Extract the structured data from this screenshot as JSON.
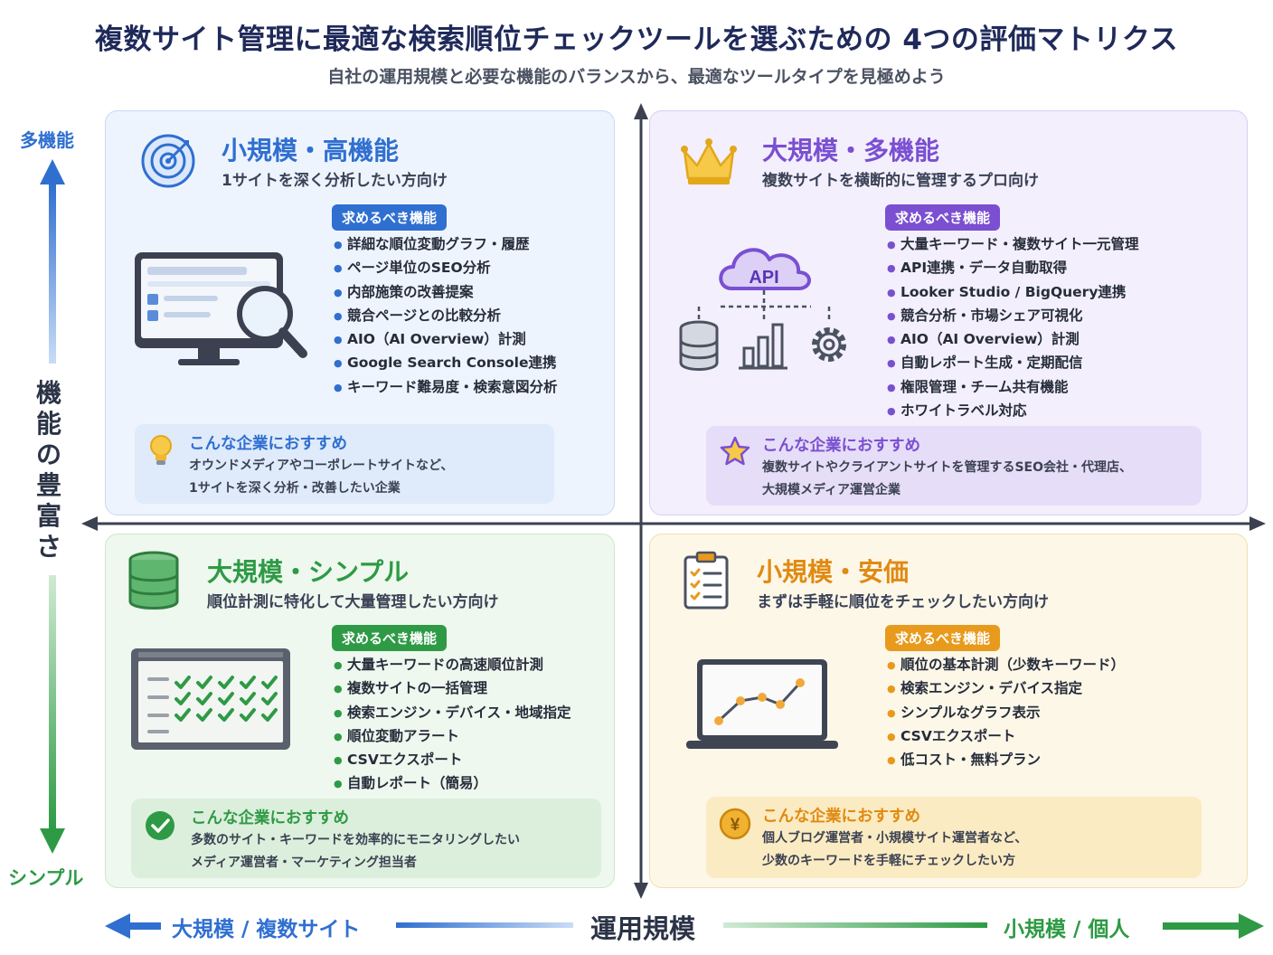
{
  "title": "複数サイト管理に最適な検索順位チェックツールを選ぶための 4つの評価マトリクス",
  "subtitle": "自社の運用規模と必要な機能のバランスから、最適なツールタイプを見極めよう",
  "axes": {
    "vertical_label": "機能の豊富さ",
    "vertical_top": "多機能",
    "vertical_bottom": "シンプル",
    "horizontal_label": "運用規模",
    "horizontal_left": "大規模 / 複数サイト",
    "horizontal_right": "小規模 / 個人"
  },
  "quadrants": {
    "top_left": {
      "title": "小規模・高機能",
      "subtitle": "1サイトを深く分析したい方向け",
      "features_label": "求めるべき機能",
      "features": [
        "詳細な順位変動グラフ・履歴",
        "ページ単位のSEO分析",
        "内部施策の改善提案",
        "競合ページとの比較分析",
        "AIO（AI Overview）計測",
        "Google Search Console連携",
        "キーワード難易度・検索意図分析"
      ],
      "rec_title": "こんな企業におすすめ",
      "rec_line1": "オウンドメディアやコーポレートサイトなど、",
      "rec_line2": "1サイトを深く分析・改善したい企業",
      "color": "#2f6fd0"
    },
    "top_right": {
      "title": "大規模・多機能",
      "subtitle": "複数サイトを横断的に管理するプロ向け",
      "features_label": "求めるべき機能",
      "features": [
        "大量キーワード・複数サイト一元管理",
        "API連携・データ自動取得",
        "Looker Studio / BigQuery連携",
        "競合分析・市場シェア可視化",
        "AIO（AI Overview）計測",
        "自動レポート生成・定期配信",
        "権限管理・チーム共有機能",
        "ホワイトラベル対応"
      ],
      "rec_title": "こんな企業におすすめ",
      "rec_line1": "複数サイトやクライアントサイトを管理するSEO会社・代理店、",
      "rec_line2": "大規模メディア運営企業",
      "api_label": "API",
      "color": "#7a4fd1"
    },
    "bottom_left": {
      "title": "大規模・シンプル",
      "subtitle": "順位計測に特化して大量管理したい方向け",
      "features_label": "求めるべき機能",
      "features": [
        "大量キーワードの高速順位計測",
        "複数サイトの一括管理",
        "検索エンジン・デバイス・地域指定",
        "順位変動アラート",
        "CSVエクスポート",
        "自動レポート（簡易）"
      ],
      "rec_title": "こんな企業におすすめ",
      "rec_line1": "多数のサイト・キーワードを効率的にモニタリングしたい",
      "rec_line2": "メディア運営者・マーケティング担当者",
      "color": "#2e9a45"
    },
    "bottom_right": {
      "title": "小規模・安価",
      "subtitle": "まずは手軽に順位をチェックしたい方向け",
      "features_label": "求めるべき機能",
      "features": [
        "順位の基本計測（少数キーワード）",
        "検索エンジン・デバイス指定",
        "シンプルなグラフ表示",
        "CSVエクスポート",
        "低コスト・無料プラン"
      ],
      "rec_title": "こんな企業におすすめ",
      "rec_line1": "個人ブログ運営者・小規模サイト運営者など、",
      "rec_line2": "少数のキーワードを手軽にチェックしたい方",
      "coin_symbol": "¥",
      "color": "#e89a1c"
    }
  }
}
